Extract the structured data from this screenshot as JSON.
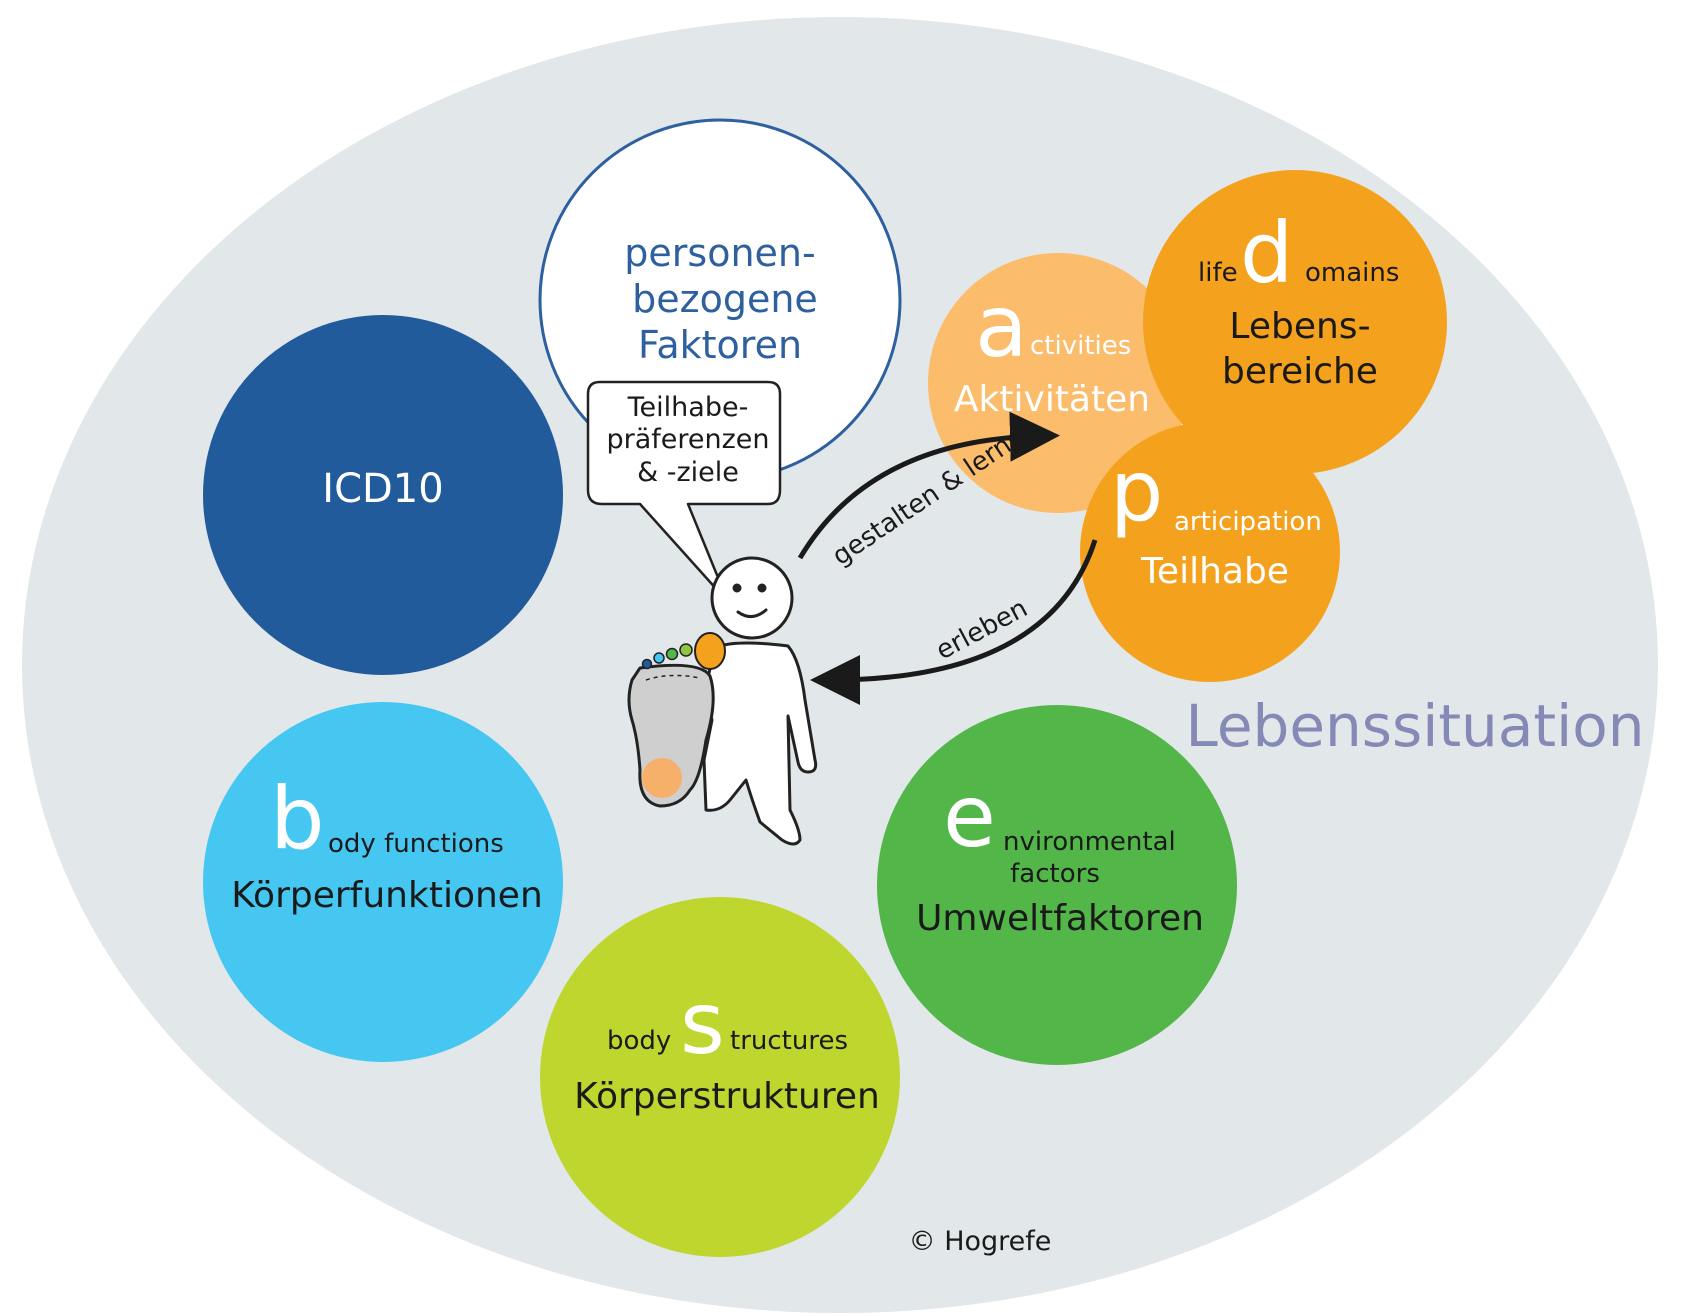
{
  "background_label": "Lebenssituation",
  "copyright": "© Hogrefe",
  "icd": "ICD10",
  "personal_factors": {
    "line1": "personen-",
    "line2": "bezogene",
    "line3": "Faktoren"
  },
  "speech_bubble": {
    "line1": "Teilhabe-",
    "line2": "präferenzen",
    "line3": "& -ziele"
  },
  "activities": {
    "letter": "a",
    "english": "ctivities",
    "german": "Aktivitäten"
  },
  "life_domains": {
    "prefix": "life",
    "letter": "d",
    "english": "omains",
    "german1": "Lebens-",
    "german2": "bereiche"
  },
  "participation": {
    "letter": "p",
    "english": "articipation",
    "german": "Teilhabe"
  },
  "body_functions": {
    "letter": "b",
    "english": "ody functions",
    "german": "Körperfunktionen"
  },
  "body_structures": {
    "prefix": "body",
    "letter": "s",
    "english": "tructures",
    "german": "Körperstrukturen"
  },
  "environmental": {
    "letter": "e",
    "english1": "nvironmental",
    "english2": "factors",
    "german": "Umweltfaktoren"
  },
  "arrows": {
    "shape_learn": "gestalten & lernen",
    "experience": "erleben"
  },
  "colors": {
    "background_ellipse": "#e2e7ea",
    "icd": "#225b9b",
    "personal_border": "#2e5f9e",
    "activities": "#fbbd6b",
    "life_domains": "#f4a21e",
    "participation": "#f4a21e",
    "body_functions": "#46c7f2",
    "body_structures": "#bfd62f",
    "environmental": "#53b649",
    "label_purple": "#8489b5"
  }
}
